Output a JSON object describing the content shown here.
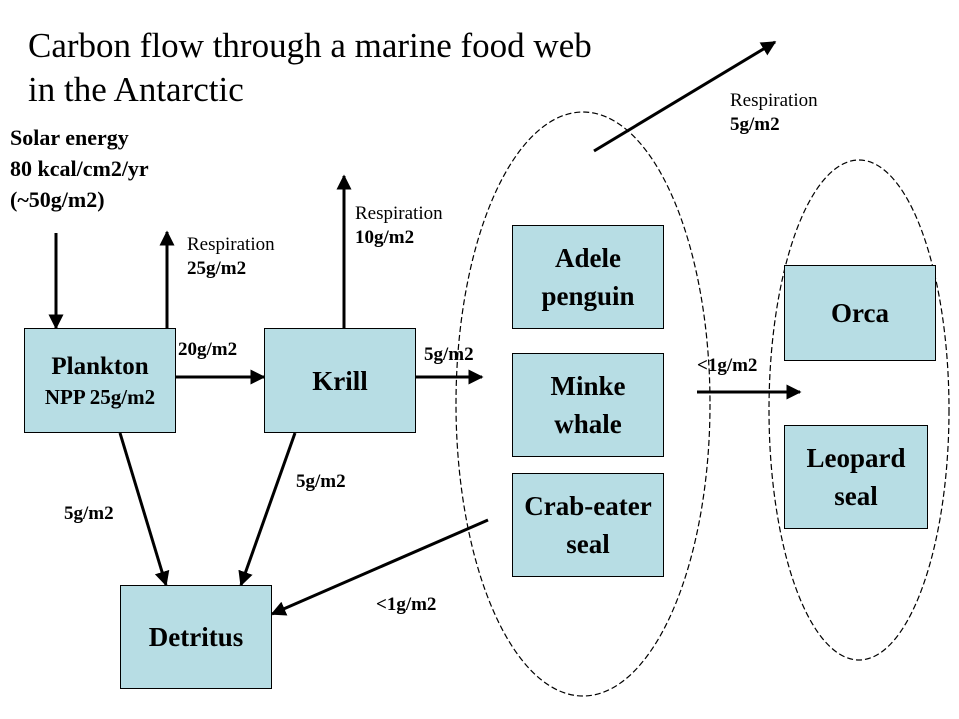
{
  "title": {
    "line1": "Carbon flow through a marine food web",
    "line2": "in the Antarctic"
  },
  "solar": {
    "line1": "Solar energy",
    "line2": "80 kcal/cm2/yr",
    "line3": "(~50g/m2)"
  },
  "nodes": {
    "plankton": {
      "name": "Plankton",
      "sub": "NPP 25g/m2"
    },
    "krill": {
      "name": "Krill"
    },
    "detritus": {
      "name": "Detritus"
    },
    "adele": {
      "line1": "Adele",
      "line2": "penguin"
    },
    "minke": {
      "line1": "Minke",
      "line2": "whale"
    },
    "crab": {
      "line1": "Crab-eater",
      "line2": "seal"
    },
    "orca": {
      "name": "Orca"
    },
    "leopard": {
      "line1": "Leopard",
      "line2": "seal"
    }
  },
  "flows": {
    "plankton_respiration": {
      "label": "Respiration",
      "value": "25g/m2"
    },
    "krill_respiration": {
      "label": "Respiration",
      "value": "10g/m2"
    },
    "top_respiration": {
      "label": "Respiration",
      "value": "5g/m2"
    },
    "plankton_to_krill": "20g/m2",
    "krill_to_predators": "5g/m2",
    "predators_to_top": "<1g/m2",
    "plankton_to_detritus": "5g/m2",
    "krill_to_detritus": "5g/m2",
    "predators_to_detritus": "<1g/m2"
  }
}
